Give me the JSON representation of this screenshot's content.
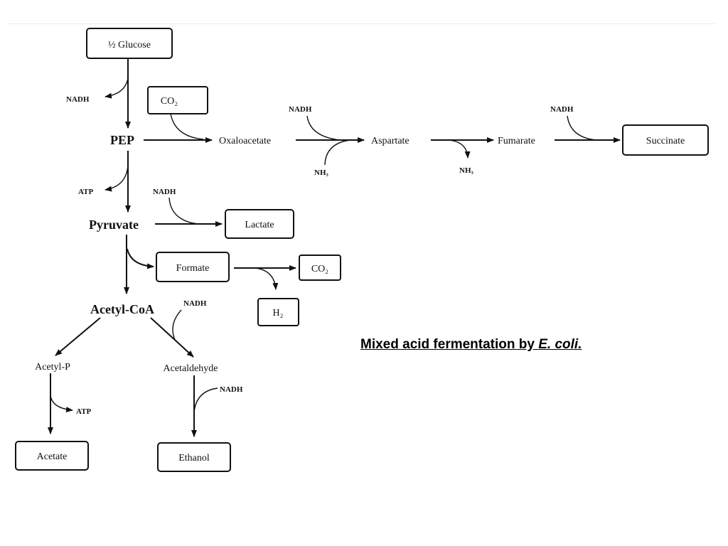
{
  "diagram": {
    "nodes": {
      "glucose": "½ Glucose",
      "co2_in": "CO₂",
      "pep": "PEP",
      "oxaloacetate": "Oxaloacetate",
      "aspartate": "Aspartate",
      "fumarate": "Fumarate",
      "succinate": "Succinate",
      "pyruvate": "Pyruvate",
      "lactate": "Lactate",
      "formate": "Formate",
      "co2_out": "CO₂",
      "h2": "H₂",
      "acetyl_coa": "Acetyl-CoA",
      "acetyl_p": "Acetyl-P",
      "acetaldehyde": "Acetaldehyde",
      "acetate": "Acetate",
      "ethanol": "Ethanol"
    },
    "cofactors": {
      "nadh_glucose": "NADH",
      "atp_pep": "ATP",
      "nadh_lactate": "NADH",
      "nadh_aspartate": "NADH",
      "nh3_in": "NH₃",
      "nh3_out": "NH₃",
      "nadh_succinate": "NADH",
      "nadh_acetaldehyde": "NADH",
      "nadh_ethanol": "NADH",
      "atp_acetate": "ATP"
    }
  },
  "caption": {
    "prefix": "Mixed acid fermentation by ",
    "organism": "E. coli."
  }
}
